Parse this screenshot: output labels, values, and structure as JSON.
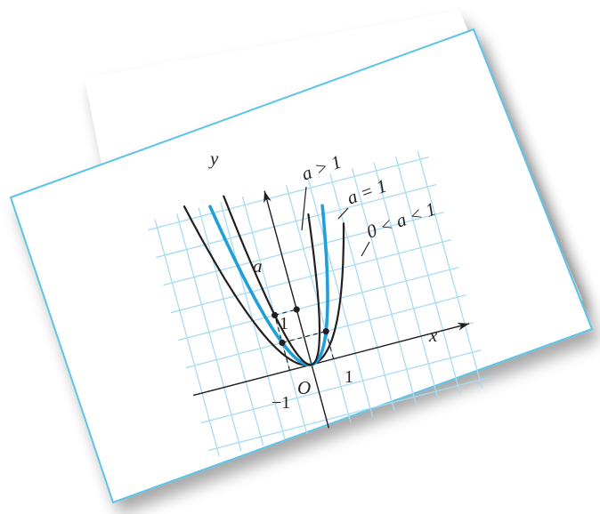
{
  "figure": {
    "axis_x_label": "x",
    "axis_y_label": "y",
    "origin_label": "O",
    "tick_neg_one": "−1",
    "tick_x_one": "1",
    "tick_y_one": "1",
    "tick_y_a": "a",
    "curve_labels": {
      "a_gt_1": "a > 1",
      "a_eq_1": "a = 1",
      "a_between": "0 < a < 1"
    }
  },
  "chart_data": {
    "type": "line",
    "title": "",
    "xlabel": "x",
    "ylabel": "y",
    "series": [
      {
        "name": "a > 1",
        "a": 2,
        "color": "#231f20"
      },
      {
        "name": "a = 1",
        "a": 1,
        "color": "#1fa0d8"
      },
      {
        "name": "0 < a < 1",
        "a": 0.5,
        "color": "#231f20"
      }
    ],
    "marked_points": [
      {
        "x": -1,
        "y": 1
      },
      {
        "x": 1,
        "y": 1
      },
      {
        "x": -1,
        "y": 2
      },
      {
        "x": 0,
        "y": 2
      }
    ],
    "grid": true
  },
  "colors": {
    "grid": "#a8dcf2",
    "frame": "#5cc3ea",
    "curve_blue": "#1fa0d8",
    "ink": "#231f20"
  }
}
